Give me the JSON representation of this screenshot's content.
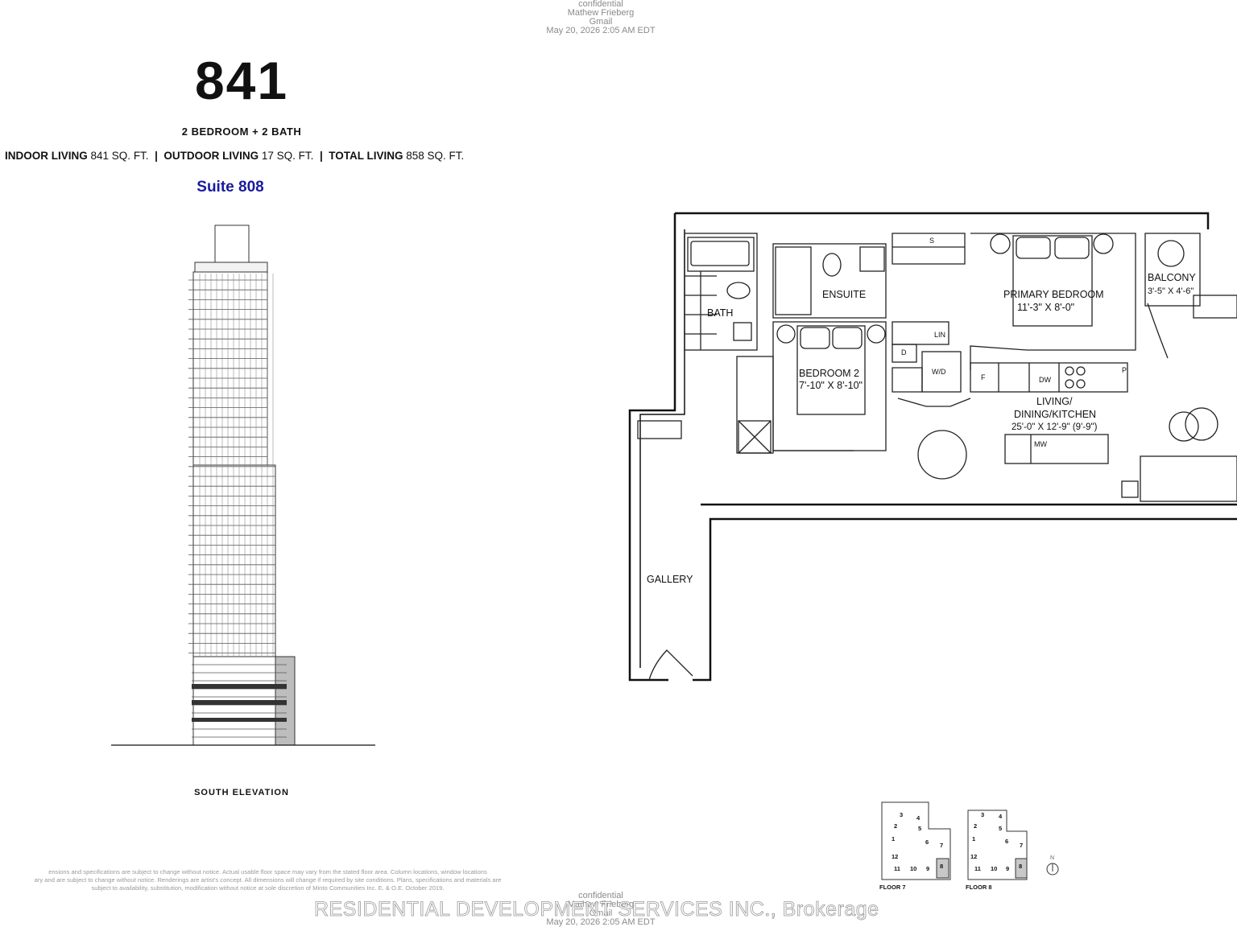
{
  "watermark": {
    "line1": "confidential",
    "line2": "Mathew Frieberg",
    "line3": "Gmail",
    "line4": "May 20, 2026 2:05 AM EDT"
  },
  "unit": {
    "number": "841",
    "type": "2 BEDROOM + 2 BATH",
    "indoor_label": "INDOOR LIVING",
    "indoor_value": "841 SQ. FT.",
    "outdoor_label": "OUTDOOR LIVING",
    "outdoor_value": "17 SQ. FT.",
    "total_label": "TOTAL LIVING",
    "total_value": "858 SQ. FT.",
    "separator": "|",
    "suite": "Suite 808"
  },
  "elevation": {
    "label": "SOUTH ELEVATION"
  },
  "rooms": {
    "bath": "BATH",
    "ensuite": "ENSUITE",
    "primary_name": "PRIMARY BEDROOM",
    "primary_dims": "11'-3\" X 8'-0\"",
    "balcony_name": "BALCONY",
    "balcony_dims": "3'-5\" X 4'-6\"",
    "bedroom2_name": "BEDROOM 2",
    "bedroom2_dims": "7'-10\" X 8'-10\"",
    "living_line1": "LIVING/",
    "living_line2": "DINING/KITCHEN",
    "living_dims": "25'-0\" X 12'-9\" (9'-9\")",
    "gallery": "GALLERY"
  },
  "fixtures": {
    "storage": "S",
    "linen": "LIN",
    "dryer": "D",
    "washer_dryer": "W/D",
    "fridge": "F",
    "dishwasher": "DW",
    "pantry": "P",
    "microwave": "MW"
  },
  "keyplans": {
    "floor7": "FLOOR 7",
    "floor8": "FLOOR 8",
    "units": [
      "1",
      "2",
      "3",
      "4",
      "5",
      "6",
      "7",
      "8",
      "9",
      "10",
      "11",
      "12"
    ],
    "north": "N"
  },
  "disclaimer": {
    "line1": "ensions and specifications are subject to change without notice. Actual usable floor space may vary from the stated floor area. Column locations, window locations",
    "line2": "ary and are subject to change without notice. Renderings are artist's concept. All dimensions will change if required by site conditions. Plans, specifications and materials are",
    "line3": "subject to availability, substitution, modification without notice at sole discretion of Minto Communities Inc. E. & O.E. October 2019."
  },
  "brokerage": "RESIDENTIAL DEVELOPMENT SERVICES INC., Brokerage"
}
